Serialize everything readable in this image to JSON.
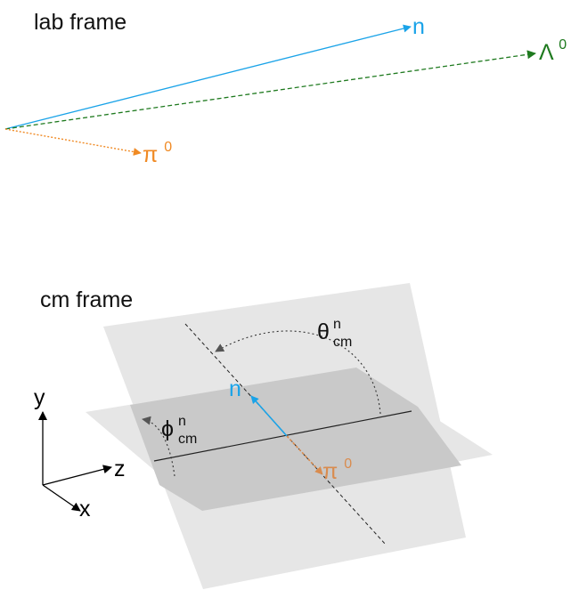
{
  "lab_frame": {
    "title": "lab frame",
    "particles": [
      {
        "symbol": "n",
        "superscript": "",
        "color": "#1aa3e8",
        "line_style": "solid"
      },
      {
        "symbol": "Λ",
        "superscript": "0",
        "color": "#1f7a1f",
        "line_style": "dashed"
      },
      {
        "symbol": "π",
        "superscript": "0",
        "color": "#f08a24",
        "line_style": "dotted"
      }
    ]
  },
  "cm_frame": {
    "title": "cm frame",
    "particles": [
      {
        "symbol": "n",
        "superscript": "",
        "color": "#1aa3e8"
      },
      {
        "symbol": "π",
        "superscript": "0",
        "color": "#d98c4f"
      }
    ],
    "angles": [
      {
        "symbol": "θ",
        "superscript": "n",
        "subscript": "cm"
      },
      {
        "symbol": "ϕ",
        "superscript": "n",
        "subscript": "cm"
      }
    ],
    "axes": [
      {
        "label": "y"
      },
      {
        "label": "z"
      },
      {
        "label": "x"
      }
    ],
    "colors": {
      "plane_light": "#e6e6e6",
      "plane_dark": "#c9c9c9"
    }
  }
}
